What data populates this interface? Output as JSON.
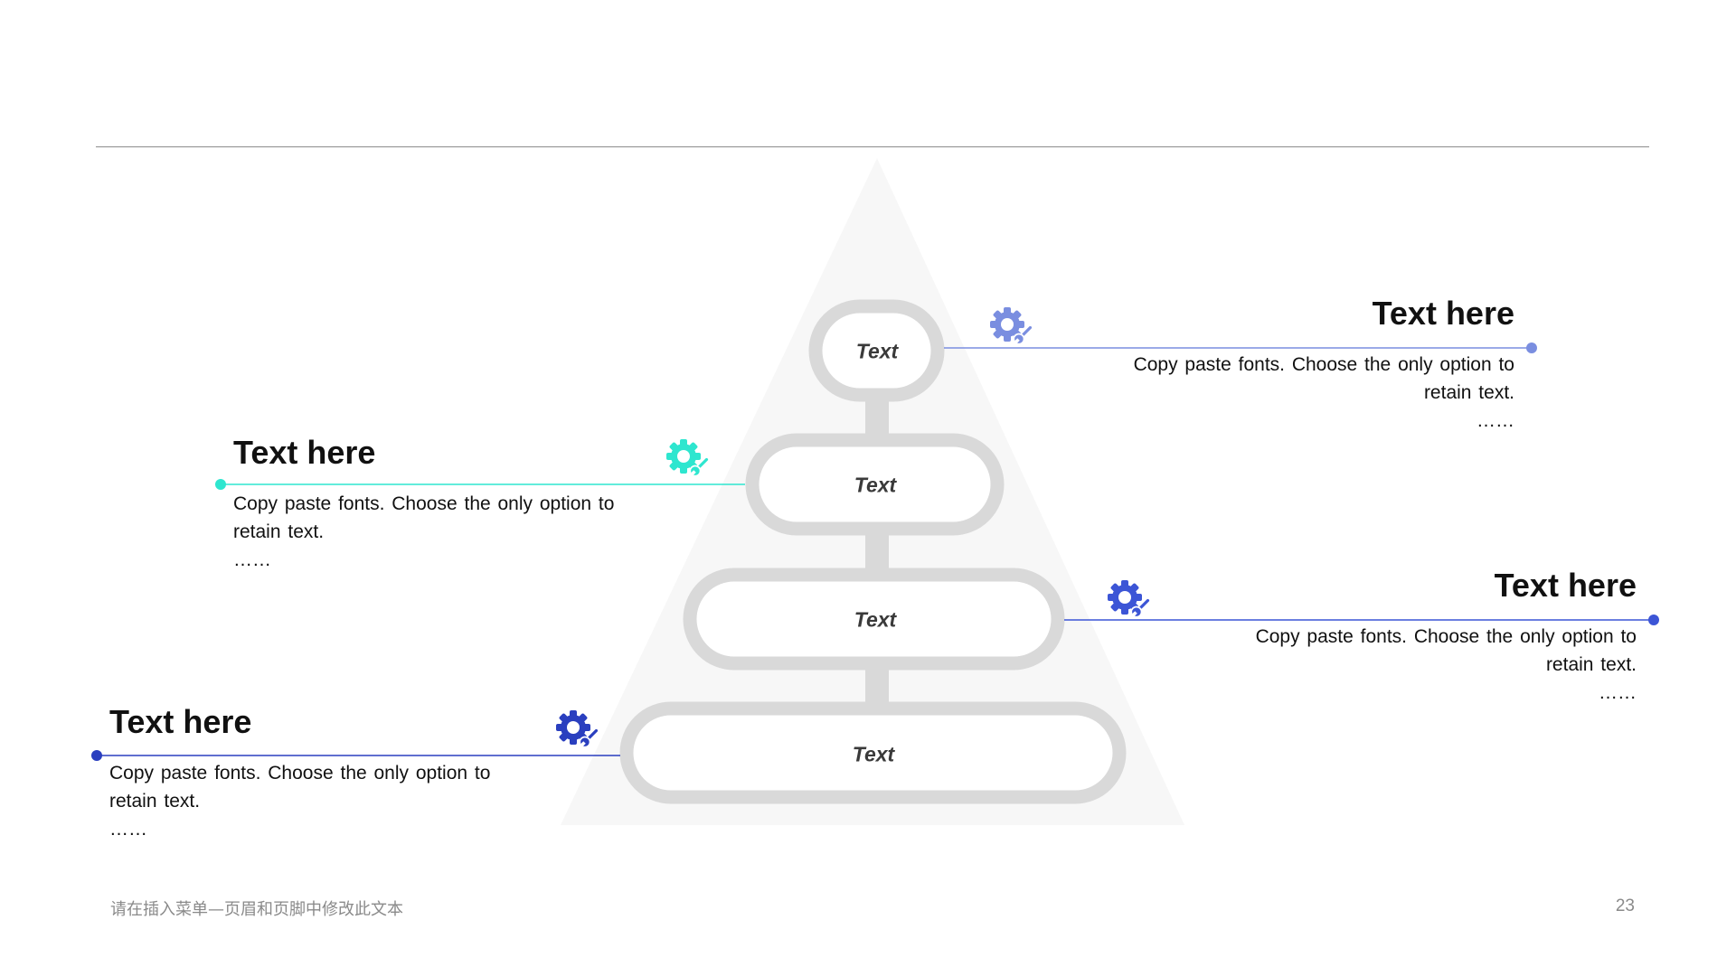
{
  "pyramid": {
    "levels": [
      {
        "label": "Text"
      },
      {
        "label": "Text"
      },
      {
        "label": "Text"
      },
      {
        "label": "Text"
      }
    ]
  },
  "callouts": [
    {
      "title": "Text here",
      "body": "Copy paste fonts. Choose the only option to retain text.",
      "dots": "……",
      "icon": "gear-wrench-icon",
      "color": "#7a8ee0"
    },
    {
      "title": "Text here",
      "body": "Copy paste fonts. Choose the only option to retain text.",
      "dots": "……",
      "icon": "gear-wrench-icon",
      "color": "#2ee6cf"
    },
    {
      "title": "Text here",
      "body": "Copy paste fonts. Choose the only option to retain text.",
      "dots": "……",
      "icon": "gear-wrench-icon",
      "color": "#3c55d6"
    },
    {
      "title": "Text here",
      "body": "Copy paste fonts. Choose the only option to retain text.",
      "dots": "……",
      "icon": "gear-wrench-icon",
      "color": "#2a3fbf"
    }
  ],
  "footer": {
    "text": "请在插入菜单—页眉和页脚中修改此文本",
    "page_number": "23"
  },
  "colors": {
    "pill_outline": "#d9d9d9",
    "pyramid_fill": "#f7f7f7"
  }
}
